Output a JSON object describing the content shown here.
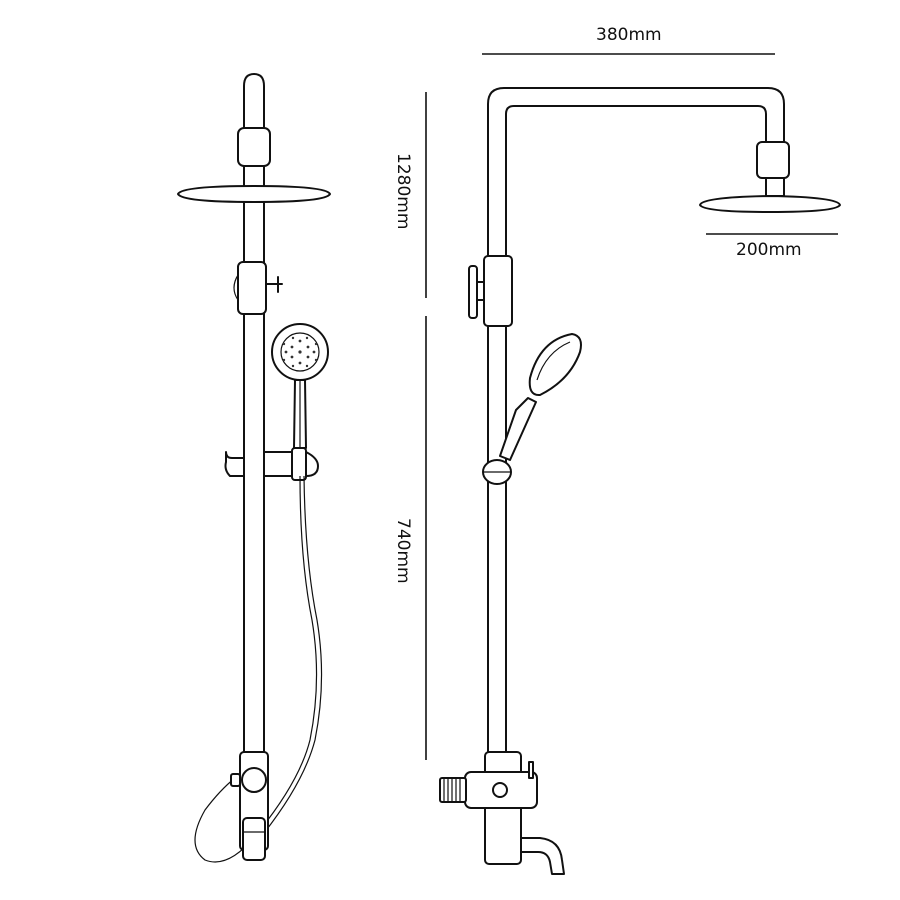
{
  "dimensions": {
    "top_width": "380mm",
    "head_diameter": "200mm",
    "upper_height": "1280mm",
    "lower_height": "740mm"
  }
}
